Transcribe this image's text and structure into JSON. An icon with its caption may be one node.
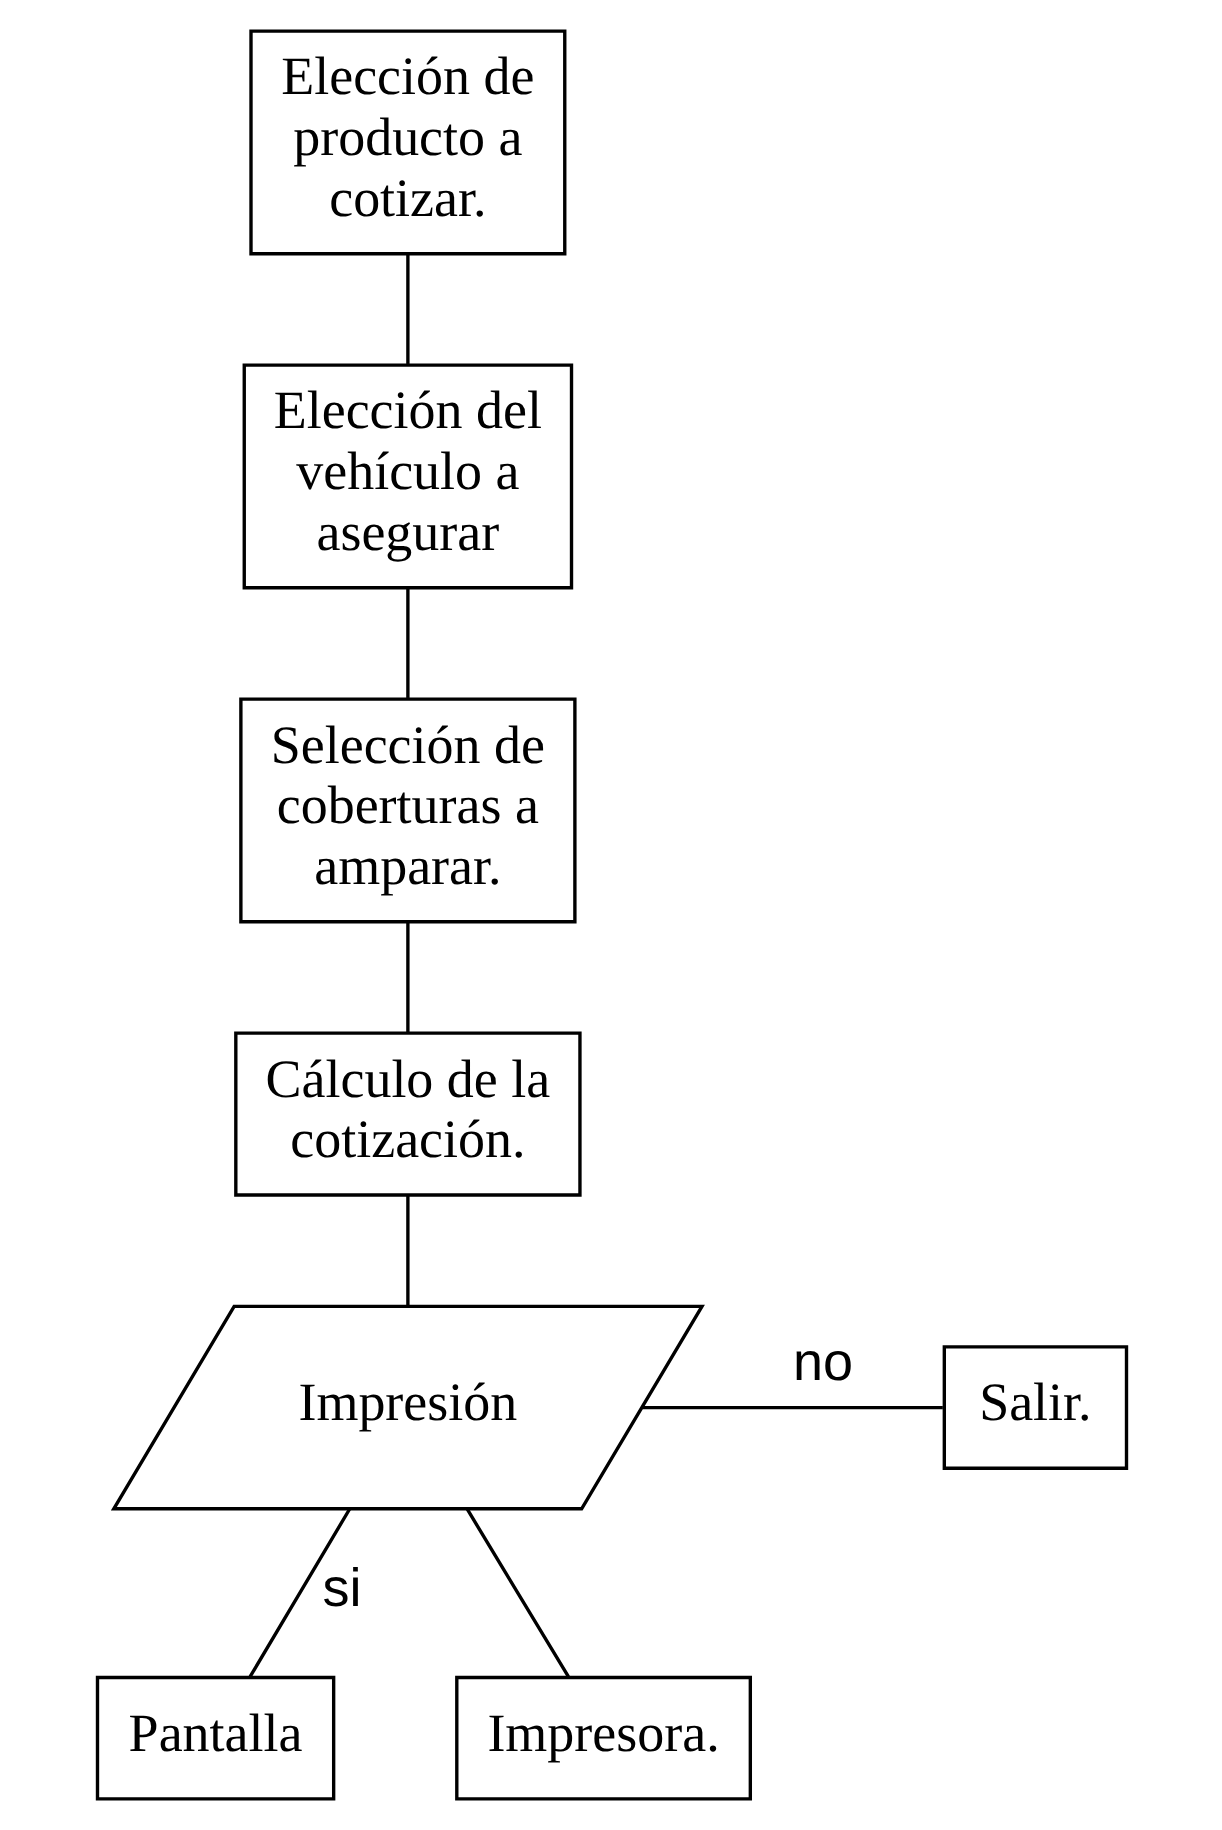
{
  "diagram": {
    "nodes": [
      {
        "text": [
          "Elección de producto a cotizar."
        ]
      },
      {
        "text": [
          "Elección del vehículo a asegurar"
        ]
      },
      {
        "text": [
          "Selección de coberturas a amparar."
        ]
      },
      {
        "text": [
          "Cálculo de la cotización."
        ]
      },
      {
        "text": [
          "Impresión"
        ]
      },
      {
        "text": [
          "Salir."
        ]
      },
      {
        "text": [
          "Pantalla"
        ]
      },
      {
        "text": [
          "Impresora."
        ]
      }
    ],
    "edges": [
      {
        "from": 0,
        "to": 1,
        "arrow": "none"
      },
      {
        "from": 1,
        "to": 2,
        "arrow": "none"
      },
      {
        "from": 2,
        "to": 3,
        "arrow": "none"
      },
      {
        "from": 3,
        "to": 4,
        "arrow": "none"
      },
      {
        "from": 4,
        "to": 5,
        "arrow": "none",
        "label": "no"
      },
      {
        "from": 4,
        "to": 6,
        "arrow": "none",
        "label": "si"
      },
      {
        "from": 4,
        "to": 7,
        "arrow": "none"
      }
    ]
  }
}
